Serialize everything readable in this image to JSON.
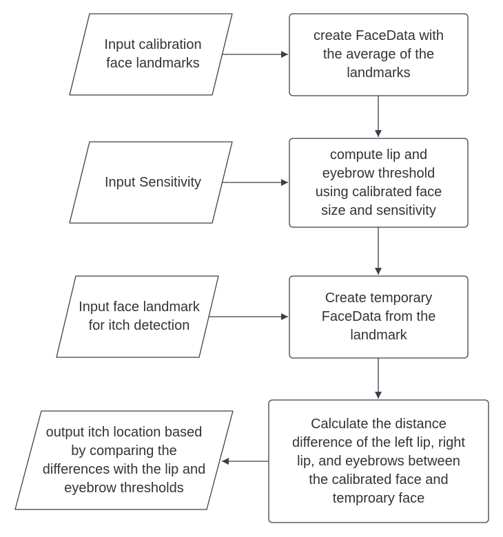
{
  "nodes": {
    "input_calibration": "Input calibration\nface landmarks",
    "create_facedata": "create FaceData with\nthe average of the\nlandmarks",
    "input_sensitivity": "Input Sensitivity",
    "compute_threshold": "compute lip and\neyebrow threshold\nusing calibrated face\nsize and sensitivity",
    "input_face_landmark": "Input face landmark\nfor itch detection",
    "create_temporary": "Create temporary\nFaceData from the\nlandmark",
    "calculate_distance": "Calculate the distance\ndifference of the left lip, right\nlip, and eyebrows between\nthe calibrated face and\ntemproary face",
    "output_itch": "output itch location based\nby comparing the\ndifferences with the lip and\neyebrow thresholds"
  },
  "colors": {
    "stroke": "#3a3f4b",
    "text": "#333333",
    "fill": "#ffffff"
  }
}
